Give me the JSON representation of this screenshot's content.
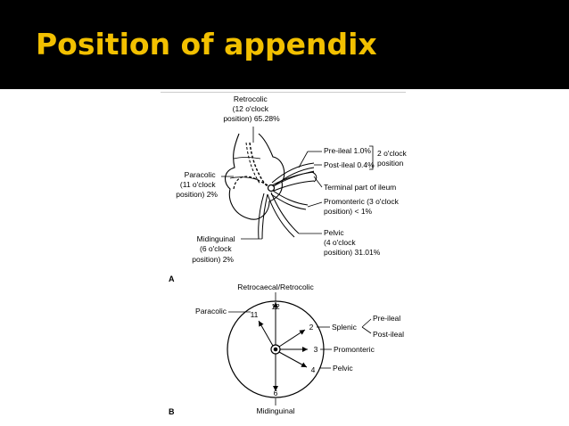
{
  "slide": {
    "title": "Position of appendix"
  },
  "figure_a": {
    "panel_label": "A",
    "retrocolic": [
      "Retrocolic",
      "(12 o'clock",
      "position) 65.28%"
    ],
    "paracolic": [
      "Paracolic",
      "(11 o'clock",
      "position) 2%"
    ],
    "midinguinal": [
      "Midinguinal",
      "(6 o'clock",
      "position) 2%"
    ],
    "pre_ileal": "Pre-ileal 1.0%",
    "post_ileal": "Post-ileal 0.4%",
    "two_oclock": [
      "2 o'clock",
      "position"
    ],
    "terminal_ileum": "Terminal part of ileum",
    "promonteric": [
      "Promonteric (3 o'clock",
      "position) < 1%"
    ],
    "pelvic": [
      "Pelvic",
      "(4 o'clock",
      "position) 31.01%"
    ]
  },
  "figure_b": {
    "panel_label": "B",
    "retrocaecal": "Retrocaecal/Retrocolic",
    "paracolic": "Paracolic",
    "splenic": "Splenic",
    "pre_ileal": "Pre-ileal",
    "post_ileal": "Post-ileal",
    "promonteric": "Promonteric",
    "pelvic": "Pelvic",
    "midinguinal": "Midinguinal",
    "clock": {
      "n12": "12",
      "n11": "11",
      "n2": "2",
      "n3": "3",
      "n4": "4",
      "n6": "6"
    }
  }
}
